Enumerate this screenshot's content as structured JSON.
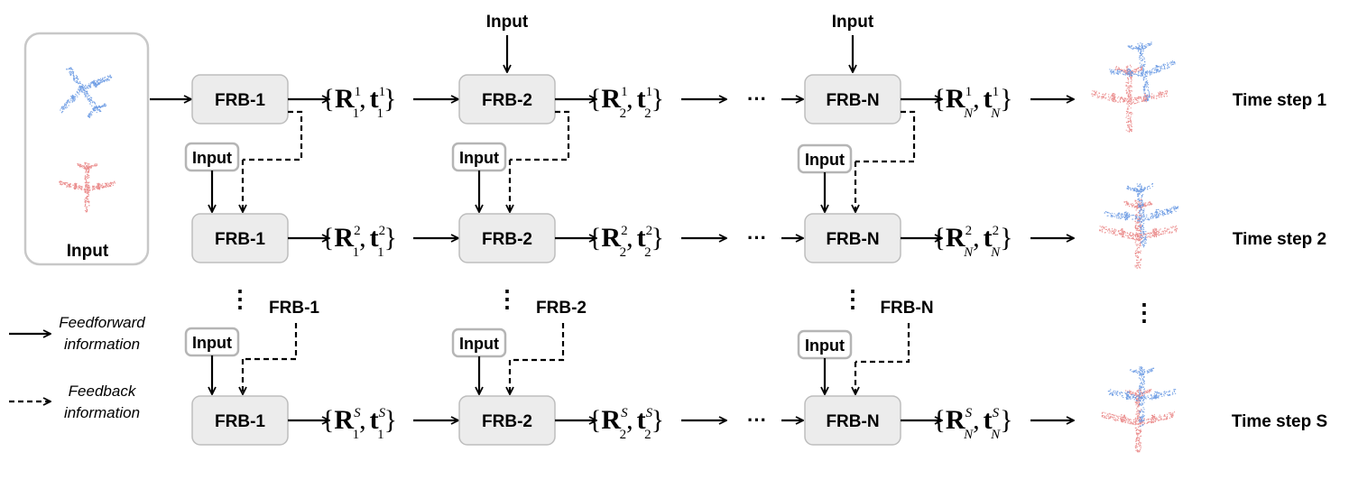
{
  "input_panel_label": "Input",
  "input_label": "Input",
  "block_labels": [
    "FRB-1",
    "FRB-2",
    "FRB-N"
  ],
  "subscripts": [
    "1",
    "2",
    "N"
  ],
  "rows": [
    {
      "time_label": "Time step 1",
      "superscript": "1"
    },
    {
      "time_label": "Time step 2",
      "superscript": "2"
    },
    {
      "time_label": "Time step S",
      "superscript": "S"
    }
  ],
  "feedback_labels": [
    "FRB-1",
    "FRB-2",
    "FRB-N"
  ],
  "ellipsis_h": "···",
  "ellipsis_v": "⋮",
  "legend": {
    "feedforward": [
      "Feedforward",
      "information"
    ],
    "feedback": [
      "Feedback",
      "information"
    ]
  },
  "colors": {
    "source_cloud": "#5b8fe0",
    "target_cloud": "#e87b7b",
    "block_fill": "#ececec"
  }
}
